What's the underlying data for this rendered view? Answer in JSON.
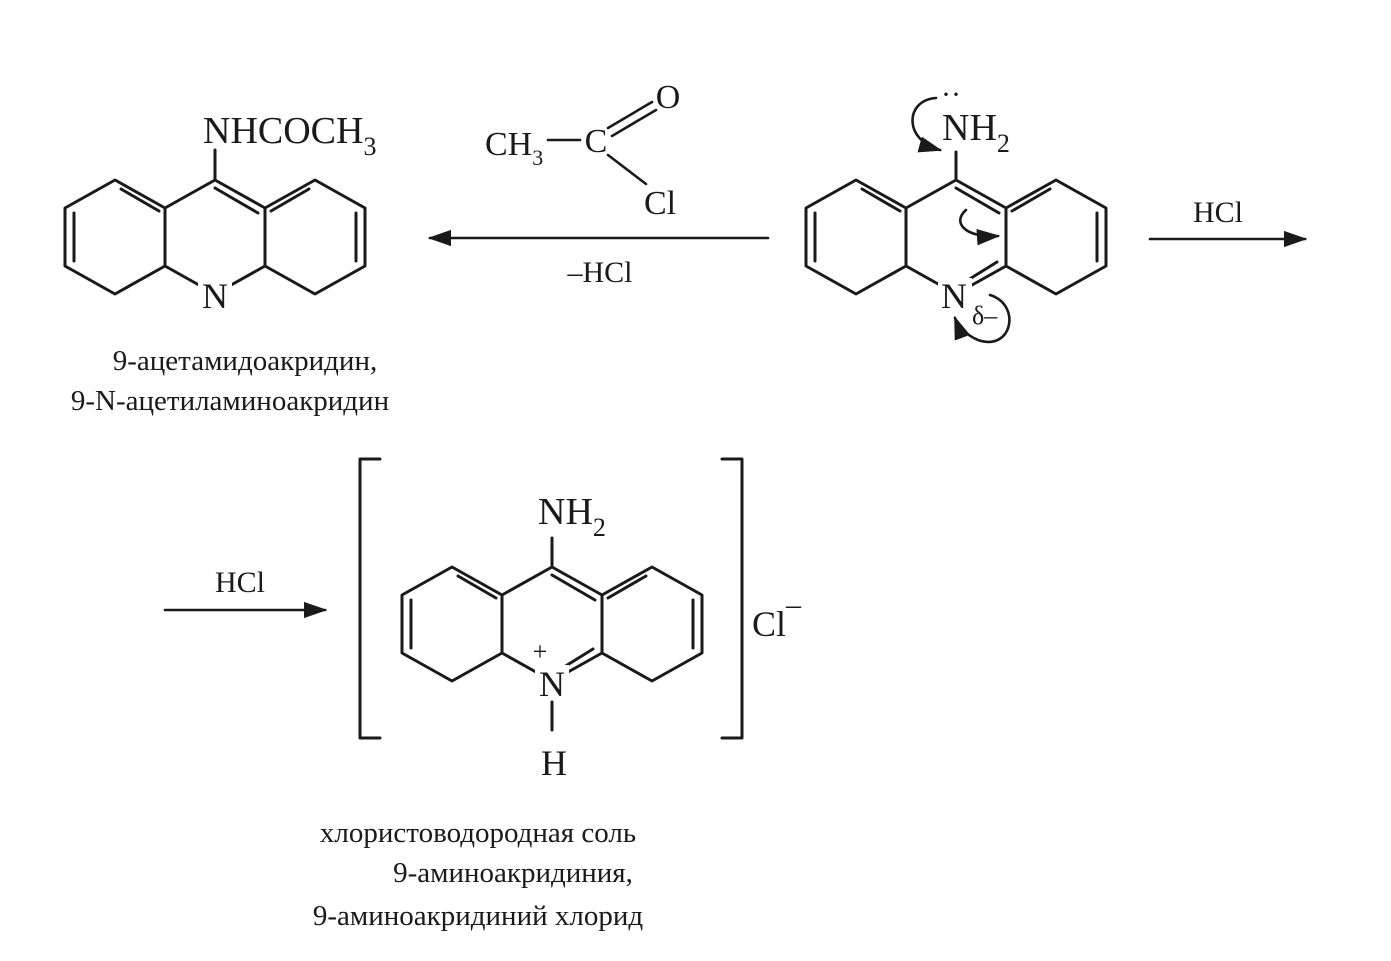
{
  "structures": {
    "product_left": {
      "substituent": "NHCOCH",
      "substituent_sub": "3",
      "ring_nitrogen": "N",
      "name_line1": "9-ацетамидоакридин,",
      "name_line2": "9-N-ацетиламиноакридин"
    },
    "reagent": {
      "methyl": "CH",
      "methyl_sub": "3",
      "carbon": "C",
      "oxygen": "O",
      "chlorine": "Cl"
    },
    "arrow_left": {
      "below": "–HCl"
    },
    "start_material": {
      "amino": "NH",
      "amino_sub": "2",
      "lone_pair": "··",
      "ring_nitrogen": "N",
      "partial_charge": "δ–"
    },
    "arrow_right": {
      "above": "HCl"
    },
    "arrow_second": {
      "above": "HCl"
    },
    "salt": {
      "amino": "NH",
      "amino_sub": "2",
      "ring_nitrogen": "N",
      "plus": "+",
      "hydrogen": "H",
      "counter_ion": "Cl",
      "counter_charge": "–",
      "name_line1": "хлористоводородная соль",
      "name_line2": "9-аминоакридиния,",
      "name_line3": "9-аминоакридиний хлорид"
    }
  }
}
